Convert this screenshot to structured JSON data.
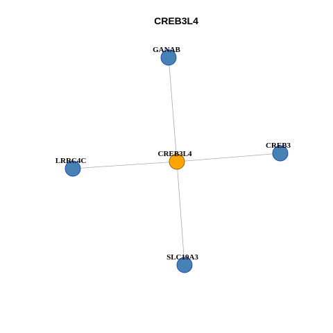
{
  "title": "CREB3L4",
  "colors": {
    "hub_fill": "#ffa500",
    "hub_stroke": "#8b5a00",
    "node_fill": "#4682b4",
    "node_stroke": "#1f3fbf",
    "edge": "#a9a9a9"
  },
  "nodes": [
    {
      "id": "CREB3L4",
      "label": "CREB3L4",
      "role": "hub"
    },
    {
      "id": "GANAB",
      "label": "GANAB",
      "role": "neighbor"
    },
    {
      "id": "CREB3",
      "label": "CREB3",
      "role": "neighbor"
    },
    {
      "id": "LRRC4C",
      "label": "LRRC4C",
      "role": "neighbor"
    },
    {
      "id": "SLC19A3",
      "label": "SLC19A3",
      "role": "neighbor"
    }
  ],
  "edges": [
    {
      "source": "CREB3L4",
      "target": "GANAB"
    },
    {
      "source": "CREB3L4",
      "target": "CREB3"
    },
    {
      "source": "CREB3L4",
      "target": "LRRC4C"
    },
    {
      "source": "CREB3L4",
      "target": "SLC19A3"
    }
  ]
}
